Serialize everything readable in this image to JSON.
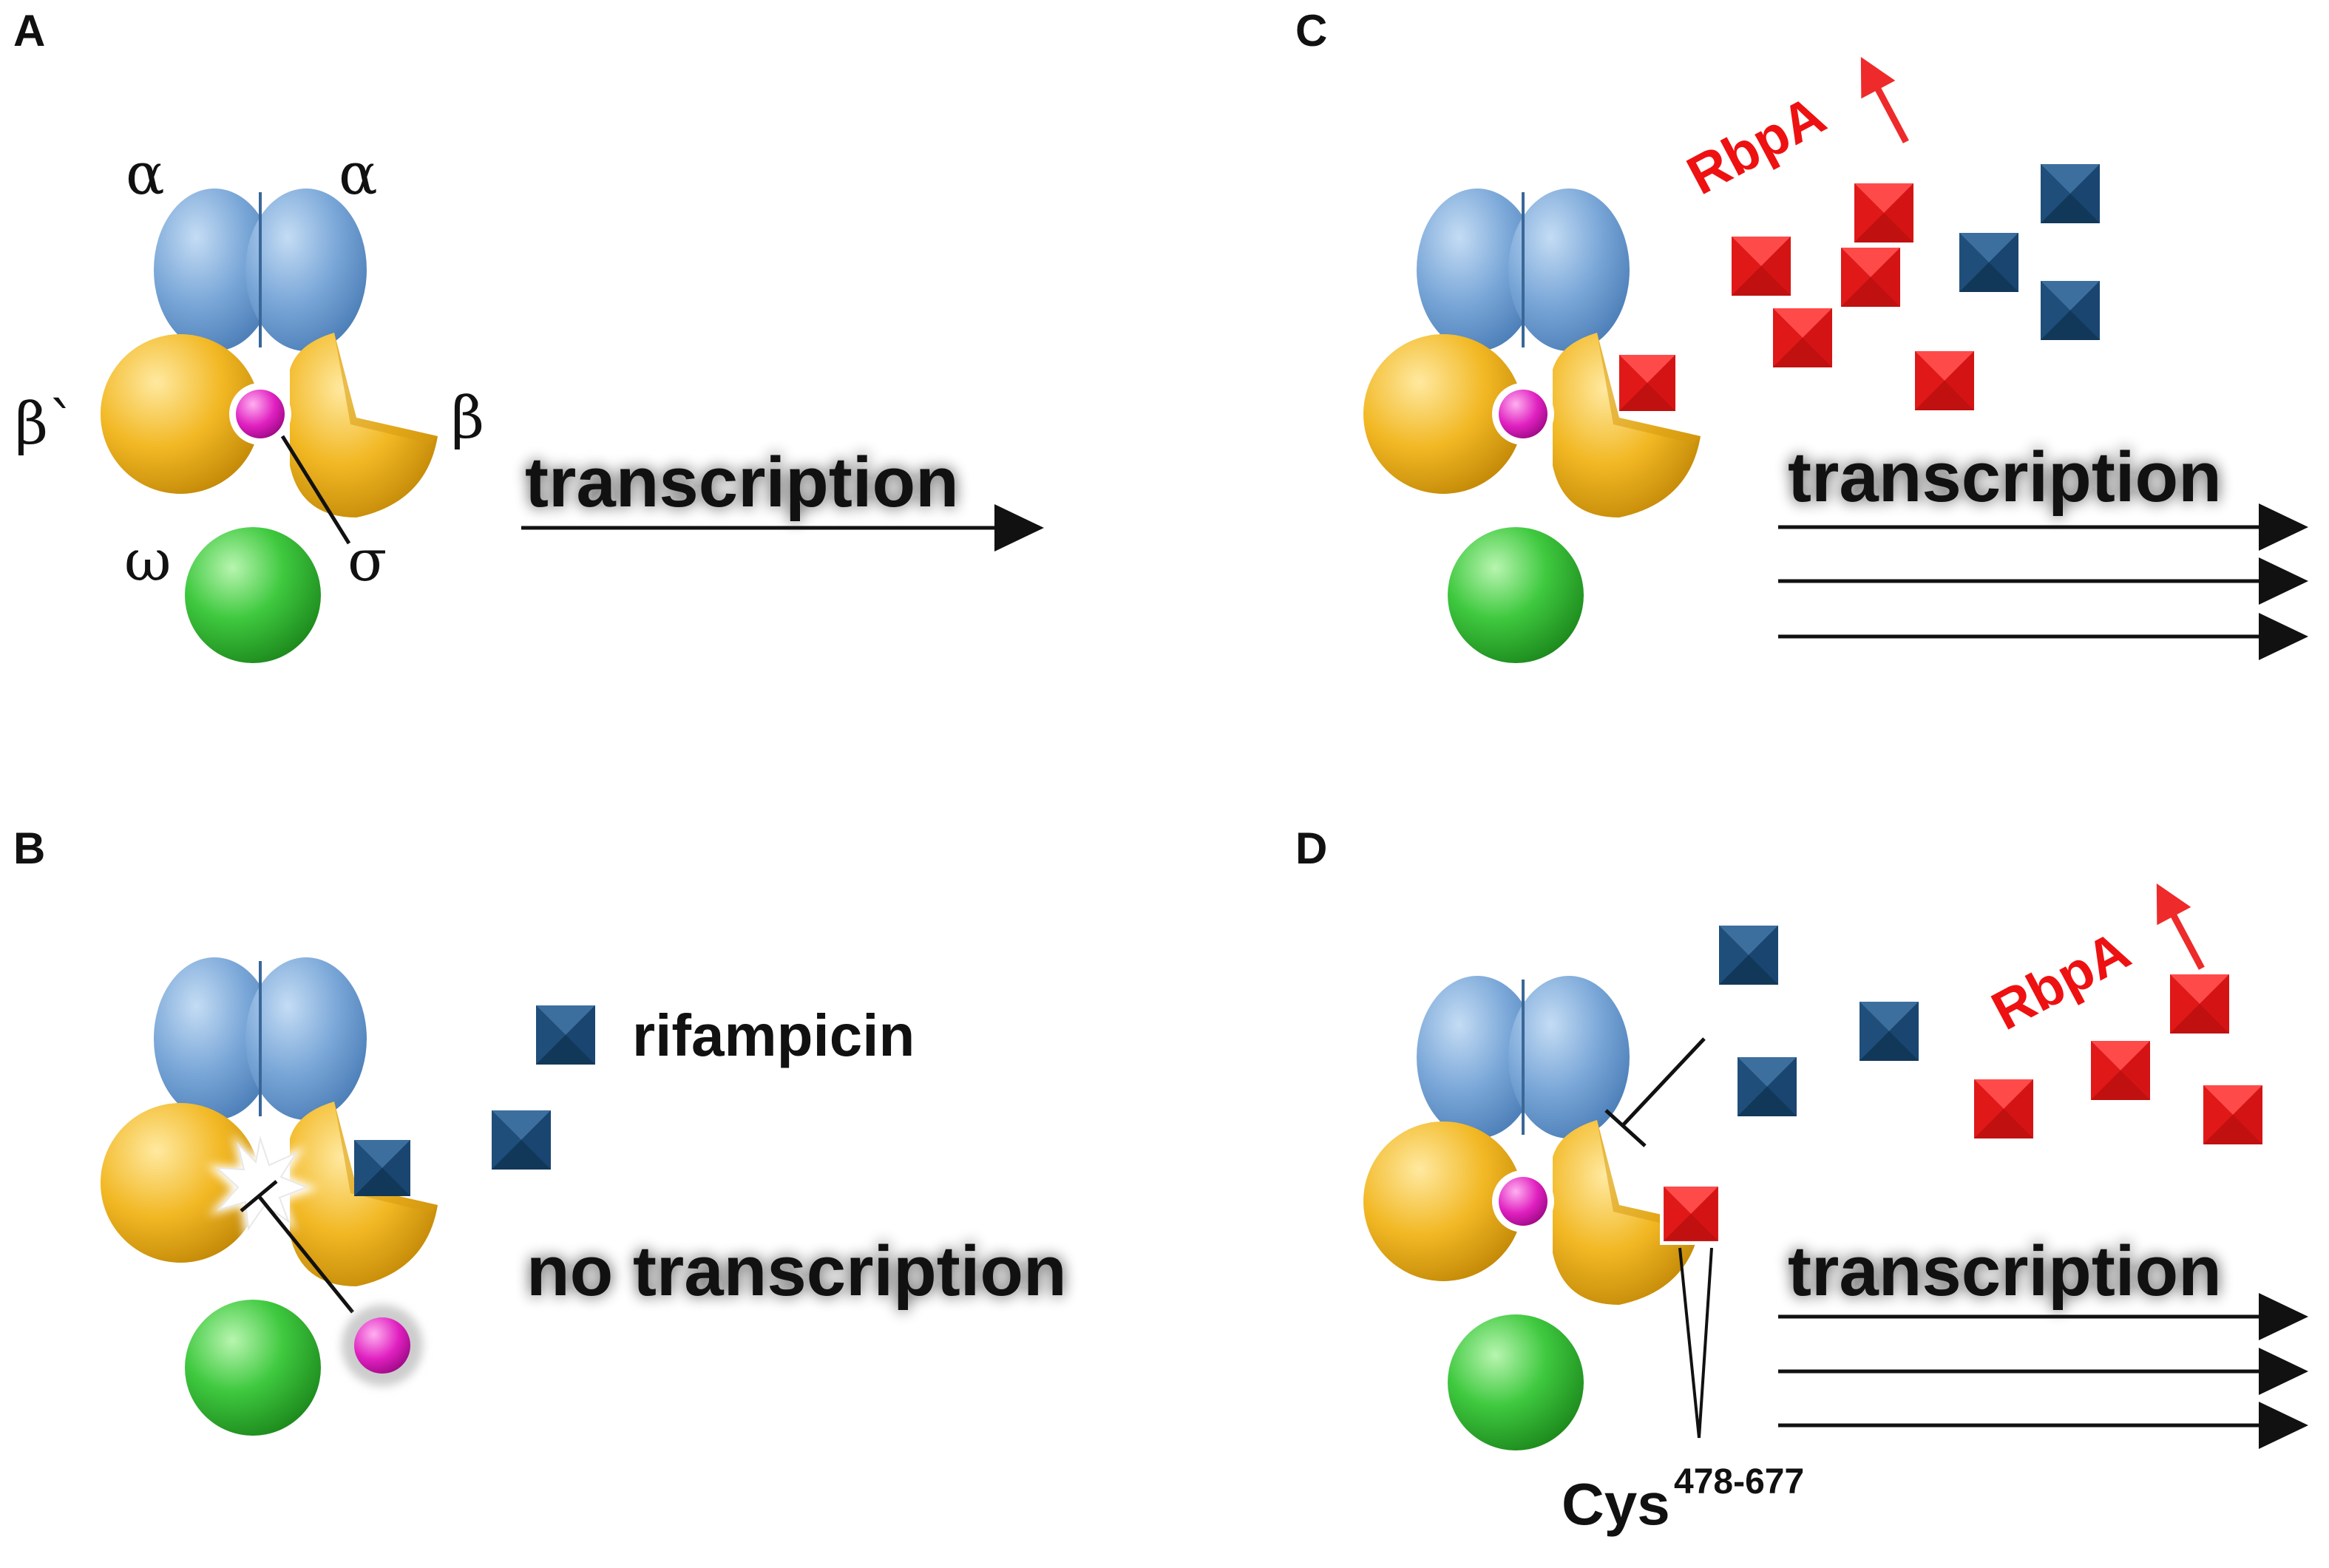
{
  "panels": {
    "a": {
      "letter": "A",
      "subunits": {
        "alpha_left": "α",
        "alpha_right": "α",
        "beta_prime": "β`",
        "beta": "β",
        "omega": "ω",
        "sigma": "σ"
      },
      "arrow_label": "transcription"
    },
    "b": {
      "letter": "B",
      "legend_label": "rifampicin",
      "status_label": "no transcription"
    },
    "c": {
      "letter": "C",
      "protein_label": "RbpA",
      "arrow_label": "transcription"
    },
    "d": {
      "letter": "D",
      "protein_label": "RbpA",
      "residue_base": "Cys",
      "residue_range": "478-677",
      "arrow_label": "transcription"
    }
  },
  "colors": {
    "alpha": "#6f9fd3",
    "beta": "#f0b520",
    "omega": "#3ec23e",
    "sigma": "#e020c0",
    "rifampicin": "#1f4e7a",
    "rbpa": "#e01818",
    "rbpa_label": "#ee1111"
  }
}
